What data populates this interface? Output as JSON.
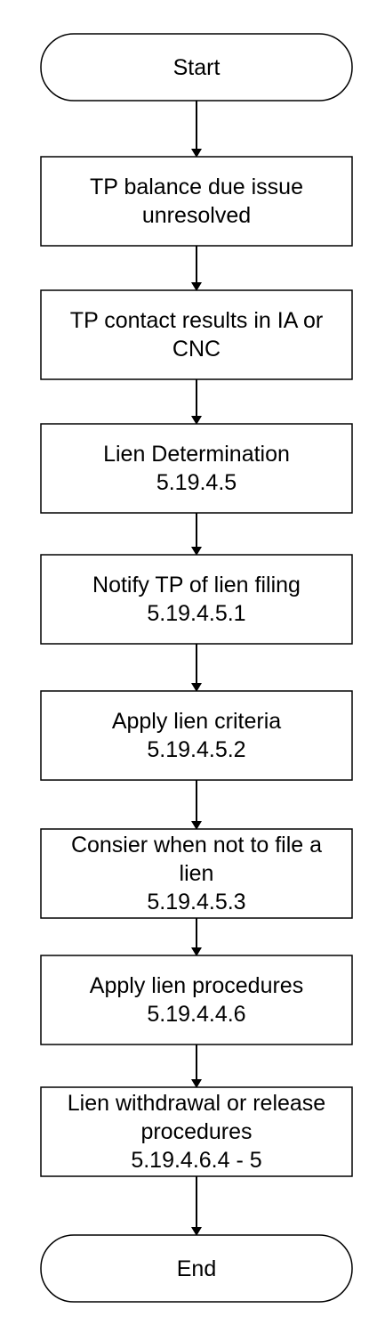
{
  "flowchart": {
    "nodes": [
      {
        "id": "start",
        "shape": "terminal",
        "lines": [
          "Start"
        ]
      },
      {
        "id": "balance-due",
        "shape": "process",
        "lines": [
          "TP balance due issue",
          "unresolved"
        ]
      },
      {
        "id": "tp-contact",
        "shape": "process",
        "lines": [
          "TP contact results in IA or",
          "CNC"
        ]
      },
      {
        "id": "lien-determination",
        "shape": "process",
        "lines": [
          "Lien Determination",
          "5.19.4.5"
        ]
      },
      {
        "id": "notify-tp",
        "shape": "process",
        "lines": [
          "Notify TP of lien filing",
          "5.19.4.5.1"
        ]
      },
      {
        "id": "apply-criteria",
        "shape": "process",
        "lines": [
          "Apply lien criteria",
          "5.19.4.5.2"
        ]
      },
      {
        "id": "consider-not-file",
        "shape": "process",
        "lines": [
          "Consier when not to file a",
          "lien",
          "5.19.4.5.3"
        ]
      },
      {
        "id": "apply-procedures",
        "shape": "process",
        "lines": [
          "Apply lien procedures",
          "5.19.4.4.6"
        ]
      },
      {
        "id": "withdrawal-release",
        "shape": "process",
        "lines": [
          "Lien withdrawal or release",
          "procedures",
          "5.19.4.6.4 - 5"
        ]
      },
      {
        "id": "end",
        "shape": "terminal",
        "lines": [
          "End"
        ]
      }
    ],
    "edges": [
      {
        "from": "start",
        "to": "balance-due"
      },
      {
        "from": "balance-due",
        "to": "tp-contact"
      },
      {
        "from": "tp-contact",
        "to": "lien-determination"
      },
      {
        "from": "lien-determination",
        "to": "notify-tp"
      },
      {
        "from": "notify-tp",
        "to": "apply-criteria"
      },
      {
        "from": "apply-criteria",
        "to": "consider-not-file"
      },
      {
        "from": "consider-not-file",
        "to": "apply-procedures"
      },
      {
        "from": "apply-procedures",
        "to": "withdrawal-release"
      },
      {
        "from": "withdrawal-release",
        "to": "end"
      }
    ],
    "colors": {
      "stroke": "#000000",
      "fill": "#ffffff",
      "text": "#000000"
    }
  }
}
